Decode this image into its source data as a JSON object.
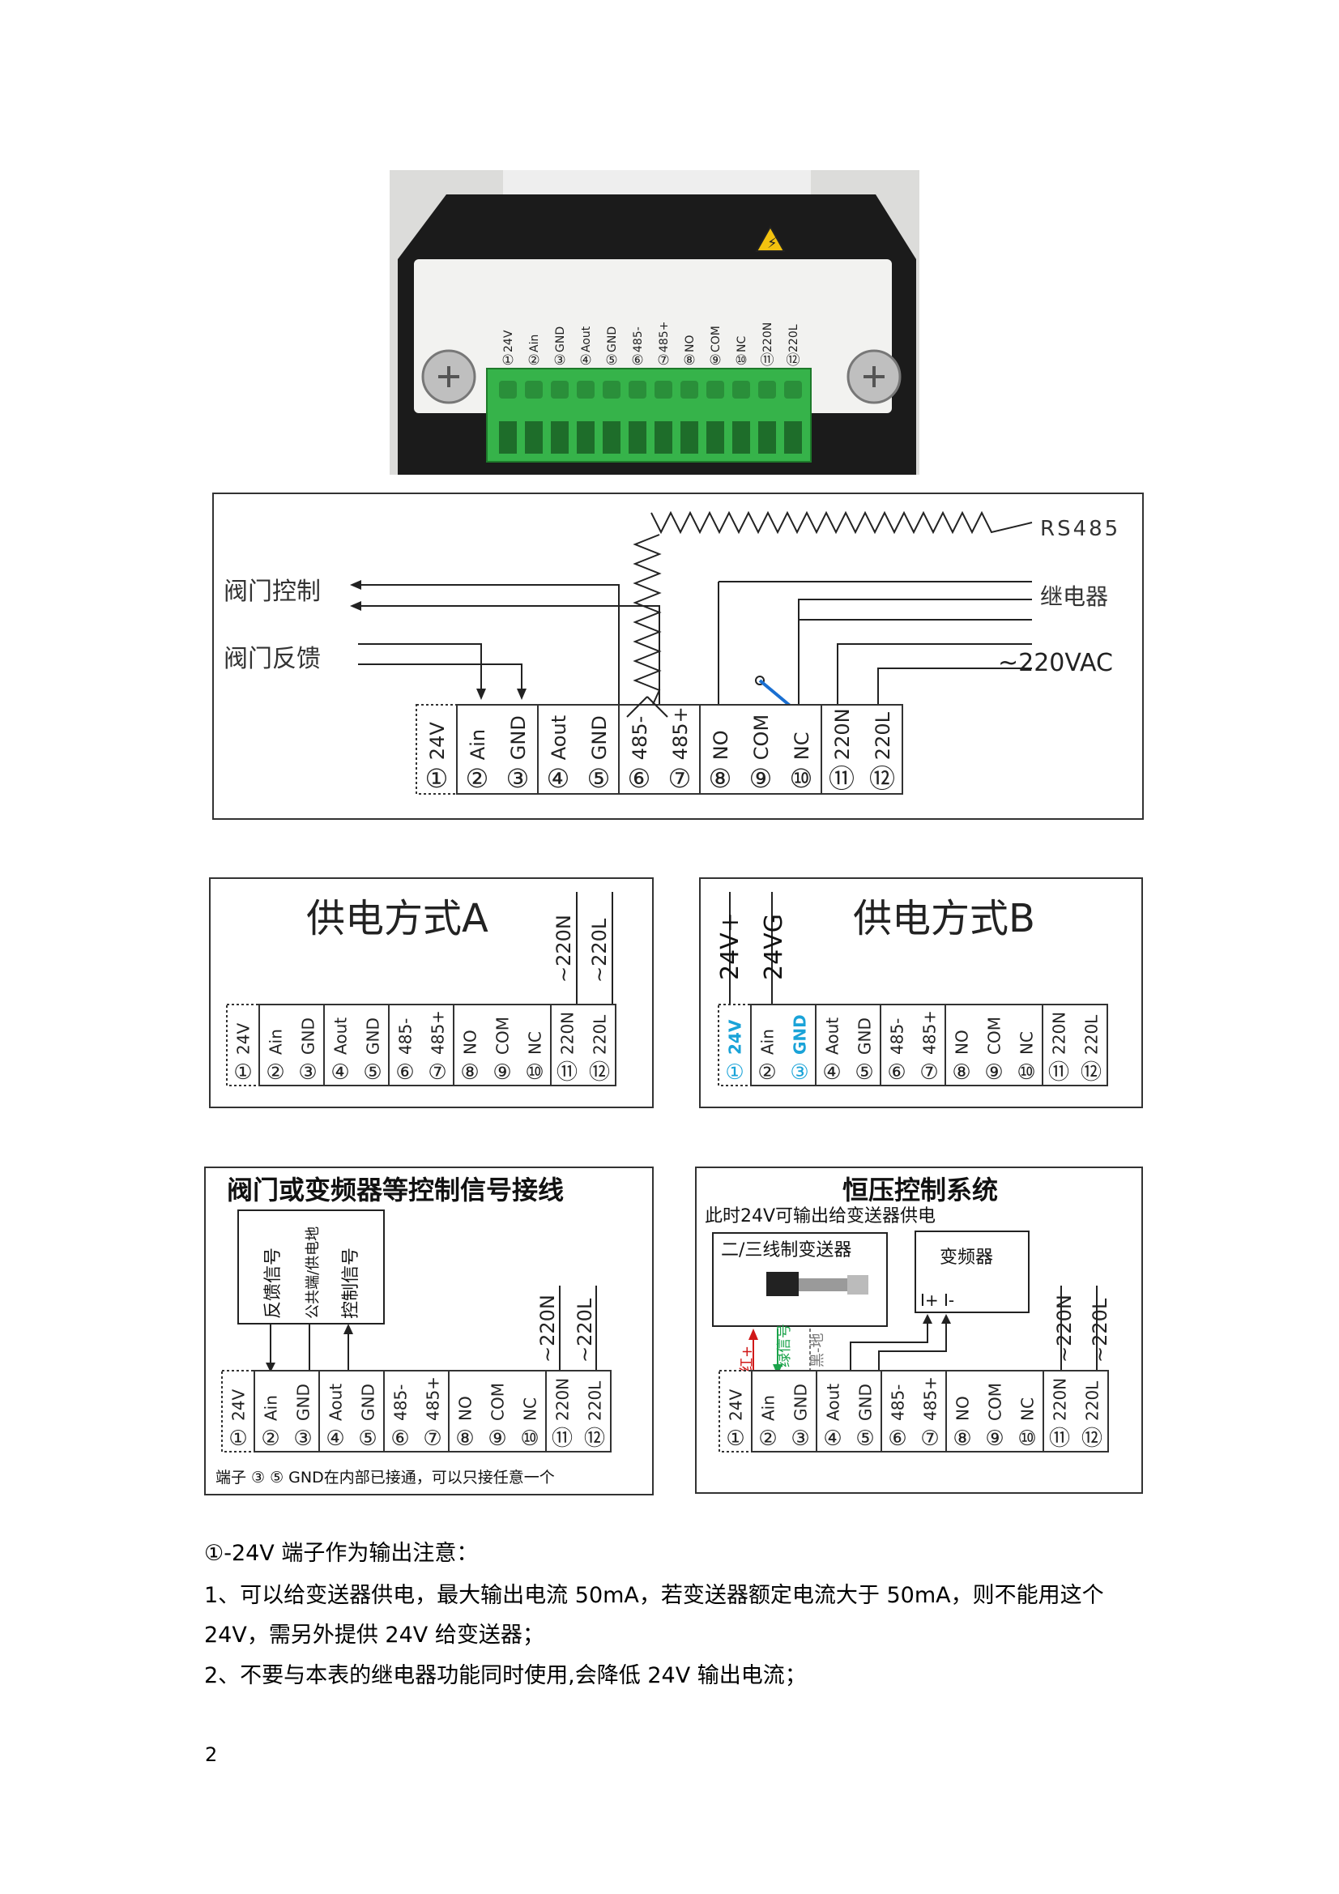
{
  "photo": {
    "caption": "",
    "terminal_labels": [
      "24V",
      "Ain",
      "GND",
      "Aout",
      "GND",
      "485-",
      "485+",
      "NO",
      "COM",
      "NC",
      "220N",
      "220L"
    ],
    "terminal_numbers": [
      "①",
      "②",
      "③",
      "④",
      "⑤",
      "⑥",
      "⑦",
      "⑧",
      "⑨",
      "⑩",
      "⑪",
      "⑫"
    ]
  },
  "main_diagram": {
    "label_rs485": "RS485",
    "label_relay": "继电器",
    "label_ac": "~220VAC",
    "label_valve_control": "阀门控制",
    "label_valve_feedback": "阀门反馈"
  },
  "terminals": {
    "labels": [
      "24V",
      "Ain",
      "GND",
      "Aout",
      "GND",
      "485-",
      "485+",
      "NO",
      "COM",
      "NC",
      "220N",
      "220L"
    ],
    "numbers": [
      "①",
      "②",
      "③",
      "④",
      "⑤",
      "⑥",
      "⑦",
      "⑧",
      "⑨",
      "⑩",
      "⑪",
      "⑫"
    ]
  },
  "power_a": {
    "title": "供电方式A",
    "wire_1": "~220N",
    "wire_2": "~220L"
  },
  "power_b": {
    "title": "供电方式B",
    "wire_1": "24V+",
    "wire_2": "24VG"
  },
  "valve_signal": {
    "title": "阀门或变频器等控制信号接线",
    "device_labels": [
      "反馈信号",
      "公共端/供电地",
      "控制信号"
    ],
    "wire_1": "~220N",
    "wire_2": "~220L",
    "footnote": "端子 ③ ⑤ GND在内部已接通，可以只接任意一个"
  },
  "constant_pressure": {
    "title": "恒压控制系统",
    "subtitle": "此时24V可输出给变送器供电",
    "transmitter_label": "二/三线制变送器",
    "inverter_label": "变频器",
    "inverter_io": "I+ I-",
    "wire_red": "红+",
    "wire_green": "绿信号",
    "wire_black": "黑-地",
    "wire_1": "~220N",
    "wire_2": "~220L"
  },
  "notes": {
    "line_1": "①-24V 端子作为输出注意：",
    "line_2": "1、可以给变送器供电，最大输出电流 50mA，若变送器额定电流大于 50mA，则不能用这个",
    "line_3": "24V，需另外提供 24V 给变送器；",
    "line_4": "2、不要与本表的继电器功能同时使用,会降低 24V 输出电流；"
  },
  "page_number": "2",
  "colors": {
    "terminal_green": "#2fbf4f",
    "relay_blue": "#1a6fd1",
    "highlight_cyan": "#1aa3d8",
    "wire_red": "#d01818",
    "wire_green": "#1aa34a"
  }
}
